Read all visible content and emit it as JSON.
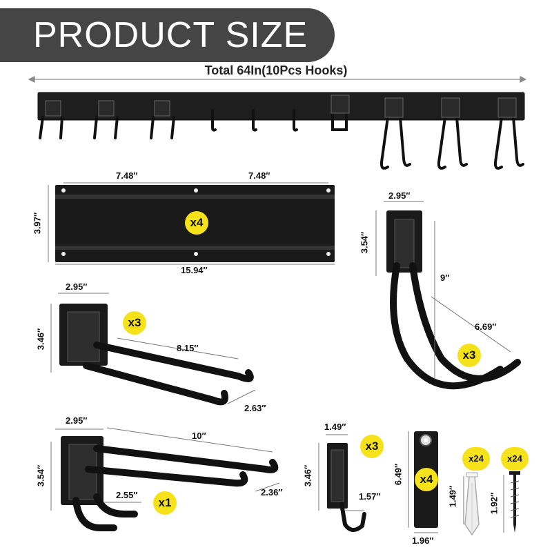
{
  "banner": {
    "title": "PRODUCT SIZE"
  },
  "overview": {
    "total_label": "Total 64In(10Pcs Hooks)"
  },
  "rail": {
    "seg1": "7.48″",
    "seg2": "7.48″",
    "height": "3.97″",
    "length": "15.94″",
    "qty": "x4"
  },
  "utility_hook": {
    "width": "2.95″",
    "height": "3.54″",
    "drop": "9″",
    "reach": "6.69″",
    "qty": "x3"
  },
  "double_hook": {
    "width": "2.95″",
    "height": "3.46″",
    "length": "8.15″",
    "gap": "2.63″",
    "qty": "x3"
  },
  "long_hook": {
    "width": "2.95″",
    "height": "3.54″",
    "length": "10″",
    "spacing": "2.55″",
    "gap": "2.36″",
    "qty": "x1"
  },
  "small_hook": {
    "width": "1.49″",
    "height": "3.46″",
    "reach": "1.57″",
    "qty": "x3"
  },
  "strap": {
    "height": "6.49″",
    "width": "1.96″",
    "qty": "x4"
  },
  "anchor": {
    "height": "1.49″",
    "qty": "x24"
  },
  "screw": {
    "height": "1.92″",
    "qty": "x24"
  },
  "colors": {
    "banner": "#454545",
    "badge": "#f6e21a",
    "product": "#1a1a1a"
  }
}
